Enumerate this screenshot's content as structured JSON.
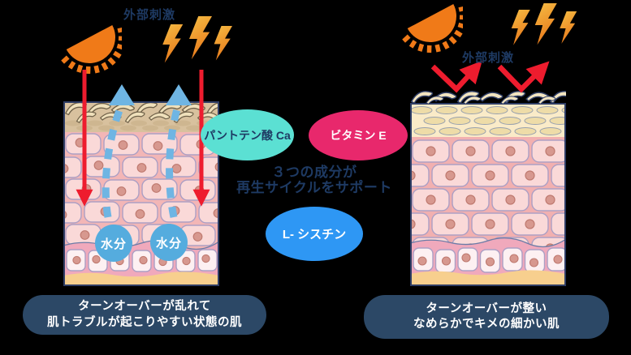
{
  "colors": {
    "red": "#EE1C2E",
    "orange": "#F07A18",
    "navy_text": "#1E3A63",
    "navy_border": "#2F3E66",
    "caption_bg": "#2C4866",
    "cyan_bubble": "#5BE0D3",
    "pink_bubble": "#E8286C",
    "blue_bubble": "#2E97F4",
    "moisture_blue": "#55ACDE",
    "dash_blue": "#6FB5E3",
    "bolt_light": "#F6BE45",
    "bolt_dark": "#E8791B",
    "corneum_damaged": "#D8C19E",
    "corneum_healthy": "#FAEBC8",
    "flake_fill": "#EFE0BB",
    "flake_stroke": "#6E6048",
    "cell_zone_bg": "#F3B6B6",
    "cell_fill": "#FAD9D8",
    "cell_stroke": "#AC9FC4",
    "nucleus_fill": "#D7988F",
    "nucleus_stroke": "#BF7A70",
    "basal_bg": "#F0A9BC",
    "basal_cell": "#FDF0F2",
    "wavy_line": "#6B7BA6",
    "sandy": "#F7CF8E"
  },
  "left_panel": {
    "stimuli_label": "外部刺激",
    "moisture_label_1": "水分",
    "moisture_label_2": "水分",
    "caption_line1": "ターンオーバーが乱れて",
    "caption_line2": "肌トラブルが起こりやすい状態の肌"
  },
  "center": {
    "ingredient_pantothenate": "パントテン酸 Ca",
    "ingredient_vitamin_e": "ビタミン E",
    "ingredient_cystine": "L- シスチン",
    "support_line1": "３つの成分が",
    "support_line2": "再生サイクルをサポート"
  },
  "right_panel": {
    "stimuli_label": "外部刺激",
    "caption_line1": "ターンオーバーが整い",
    "caption_line2": "なめらかでキメの細かい肌"
  }
}
